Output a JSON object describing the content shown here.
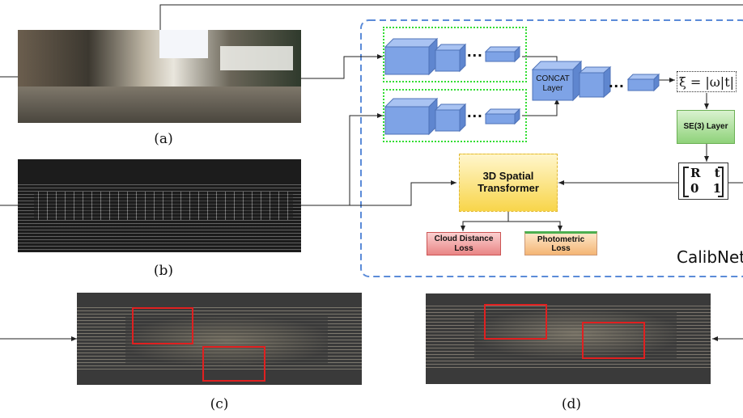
{
  "captions": {
    "a": "(a)",
    "b": "(b)",
    "c": "(c)",
    "d": "(d)"
  },
  "network": {
    "name": "CalibNet",
    "concat_label": "CONCAT\nLayer",
    "se3_label": "SE(3) Layer",
    "spatial_label": "3D Spatial\nTransformer",
    "cloud_loss_label": "Cloud Distance\nLoss",
    "photo_loss_label": "Photometric\nLoss",
    "xi_formula": "ξ = |ω|t|",
    "matrix": {
      "row1": "R t",
      "row2": "0 1"
    },
    "ellipsis": "..."
  },
  "colors": {
    "network_border": "#5b8bd8",
    "frame_green": "#33dd33",
    "highlight": "#e02020"
  }
}
